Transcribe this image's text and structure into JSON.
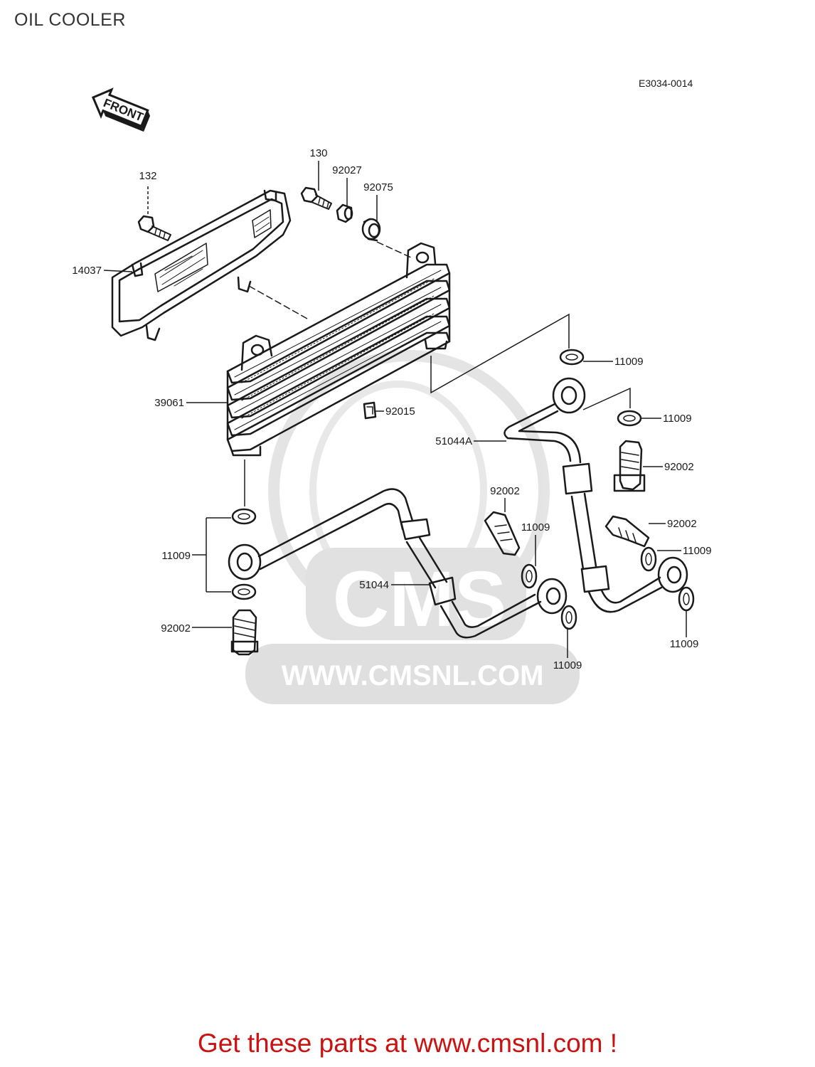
{
  "title": "OIL COOLER",
  "diagram_code": "E3034-0014",
  "front_label": "FRONT",
  "watermark": {
    "logo": "CMS",
    "url": "WWW.CMSNL.COM"
  },
  "part_labels": {
    "p132": "132",
    "p130": "130",
    "p92027": "92027",
    "p92075": "92075",
    "p14037": "14037",
    "p39061": "39061",
    "p92015": "92015",
    "p11009_a": "11009",
    "p11009_b": "11009",
    "p51044a": "51044A",
    "p92002_a": "92002",
    "p92002_b": "92002",
    "p92002_c": "92002",
    "p11009_c": "11009",
    "p11009_d": "11009",
    "p11009_e": "11009",
    "p51044": "51044",
    "p11009_f": "11009",
    "p92002_d": "92002",
    "p11009_g": "11009",
    "p11009_h": "11009"
  },
  "footer": "Get these parts at www.cmsnl.com !",
  "colors": {
    "line": "#1a1a1a",
    "watermark": "#dcdcdc",
    "footer": "#cc1111"
  }
}
